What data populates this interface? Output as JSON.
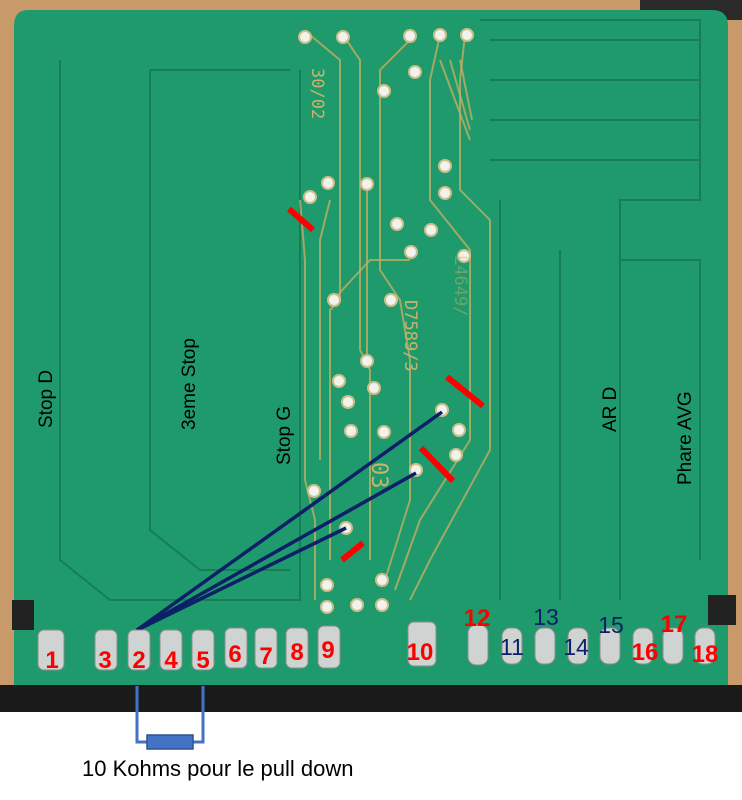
{
  "board": {
    "zones": [
      "Stop D",
      "3eme Stop",
      "Stop G",
      "AR D",
      "Phare AVG"
    ],
    "silkscreen": [
      "30/02",
      "D7589/3",
      "L4649/",
      "03"
    ],
    "colors": {
      "board": "#1e9a6c",
      "trace": "#bfae62",
      "mark_red": "#ff0000",
      "wire_blue": "#0d1f66",
      "resistor": "#4472c4"
    }
  },
  "pins": {
    "red": [
      "1",
      "3",
      "2",
      "4",
      "5",
      "6",
      "7",
      "8",
      "9",
      "10",
      "12",
      "16",
      "17",
      "18"
    ],
    "blue": [
      "11",
      "13",
      "14",
      "15"
    ]
  },
  "caption": "10 Kohms pour le pull down"
}
